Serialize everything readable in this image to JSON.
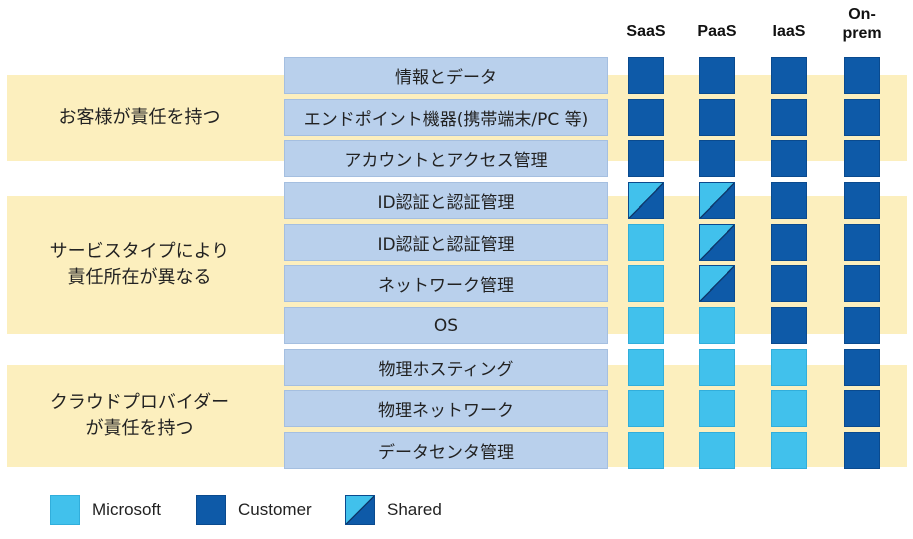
{
  "column_headers": [
    "SaaS",
    "PaaS",
    "IaaS",
    "On-\nprem"
  ],
  "groups": [
    {
      "label": "お客様が責任を持つ"
    },
    {
      "label": "サービスタイプにより\n責任所在が異なる"
    },
    {
      "label": "クラウドプロバイダー\nが責任を持つ"
    }
  ],
  "rows": [
    {
      "label": "情報とデータ",
      "cells": [
        "customer",
        "customer",
        "customer",
        "customer"
      ]
    },
    {
      "label": "エンドポイント機器(携帯端末/PC 等)",
      "cells": [
        "customer",
        "customer",
        "customer",
        "customer"
      ]
    },
    {
      "label": "アカウントとアクセス管理",
      "cells": [
        "customer",
        "customer",
        "customer",
        "customer"
      ]
    },
    {
      "label": "ID認証と認証管理",
      "cells": [
        "shared",
        "shared",
        "customer",
        "customer"
      ]
    },
    {
      "label": "ID認証と認証管理",
      "cells": [
        "microsoft",
        "shared",
        "customer",
        "customer"
      ]
    },
    {
      "label": "ネットワーク管理",
      "cells": [
        "microsoft",
        "shared",
        "customer",
        "customer"
      ]
    },
    {
      "label": "OS",
      "cells": [
        "microsoft",
        "microsoft",
        "customer",
        "customer"
      ]
    },
    {
      "label": "物理ホスティング",
      "cells": [
        "microsoft",
        "microsoft",
        "microsoft",
        "customer"
      ]
    },
    {
      "label": "物理ネットワーク",
      "cells": [
        "microsoft",
        "microsoft",
        "microsoft",
        "customer"
      ]
    },
    {
      "label": "データセンタ管理",
      "cells": [
        "microsoft",
        "microsoft",
        "microsoft",
        "customer"
      ]
    }
  ],
  "legend": [
    {
      "key": "microsoft",
      "label": "Microsoft"
    },
    {
      "key": "customer",
      "label": "Customer"
    },
    {
      "key": "shared",
      "label": "Shared"
    }
  ],
  "colors": {
    "microsoft": "#41c1ec",
    "customer": "#0e5aa8",
    "shared_dark": "#0e3a6e",
    "band": "#fcefbe",
    "row_label_bg": "#b9d0ec"
  }
}
